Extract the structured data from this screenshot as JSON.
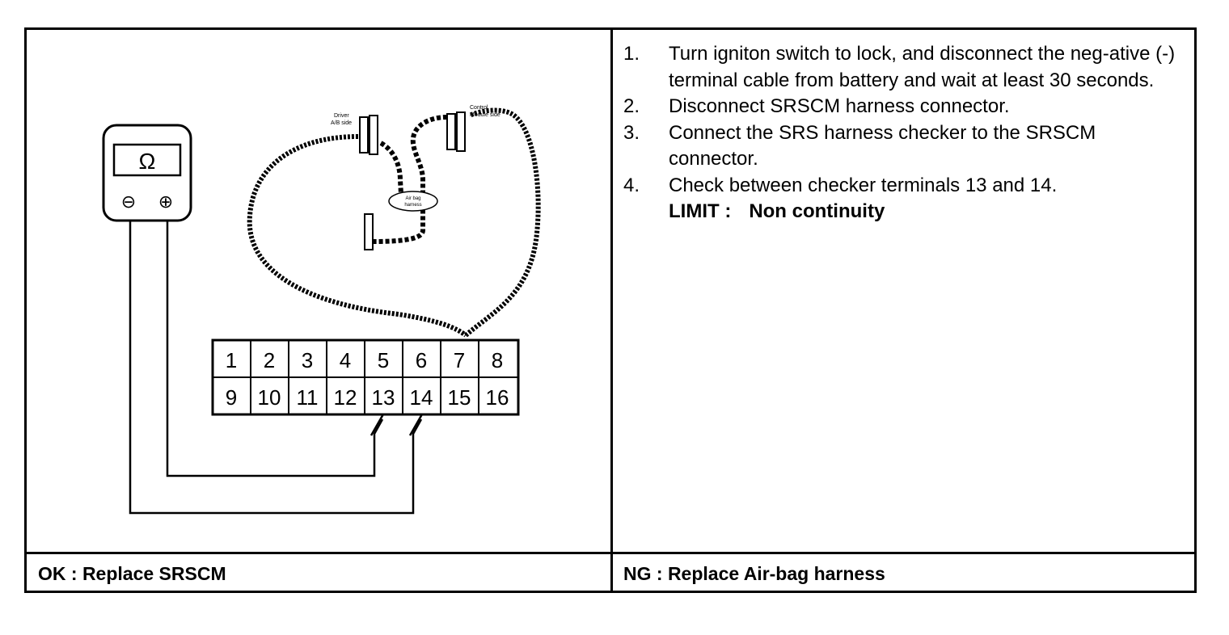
{
  "procedure": {
    "steps": [
      {
        "num": "1.",
        "text": "Turn igniton switch to lock, and disconnect the neg-ative (-) terminal cable from battery and wait at least 30 seconds."
      },
      {
        "num": "2.",
        "text": "Disconnect SRSCM harness connector."
      },
      {
        "num": "3.",
        "text": "Connect the SRS harness checker to the SRSCM connector."
      },
      {
        "num": "4.",
        "text": "Check between checker terminals 13 and 14."
      }
    ],
    "limit": {
      "label": "LIMIT :",
      "value": "Non continuity"
    }
  },
  "results": {
    "ok": "OK : Replace SRSCM",
    "ng": "NG : Replace Air-bag harness"
  },
  "diagram": {
    "meter": {
      "symbol": "Ω",
      "negative": "⊖",
      "positive": "⊕"
    },
    "labels": {
      "driver": [
        "Driver",
        "A/B side"
      ],
      "control": [
        "Control",
        "Module side"
      ],
      "harness": [
        "Air bag",
        "harness"
      ]
    },
    "terminals": {
      "top": [
        "1",
        "2",
        "3",
        "4",
        "5",
        "6",
        "7",
        "8"
      ],
      "bottom": [
        "9",
        "10",
        "11",
        "12",
        "13",
        "14",
        "15",
        "16"
      ]
    }
  }
}
